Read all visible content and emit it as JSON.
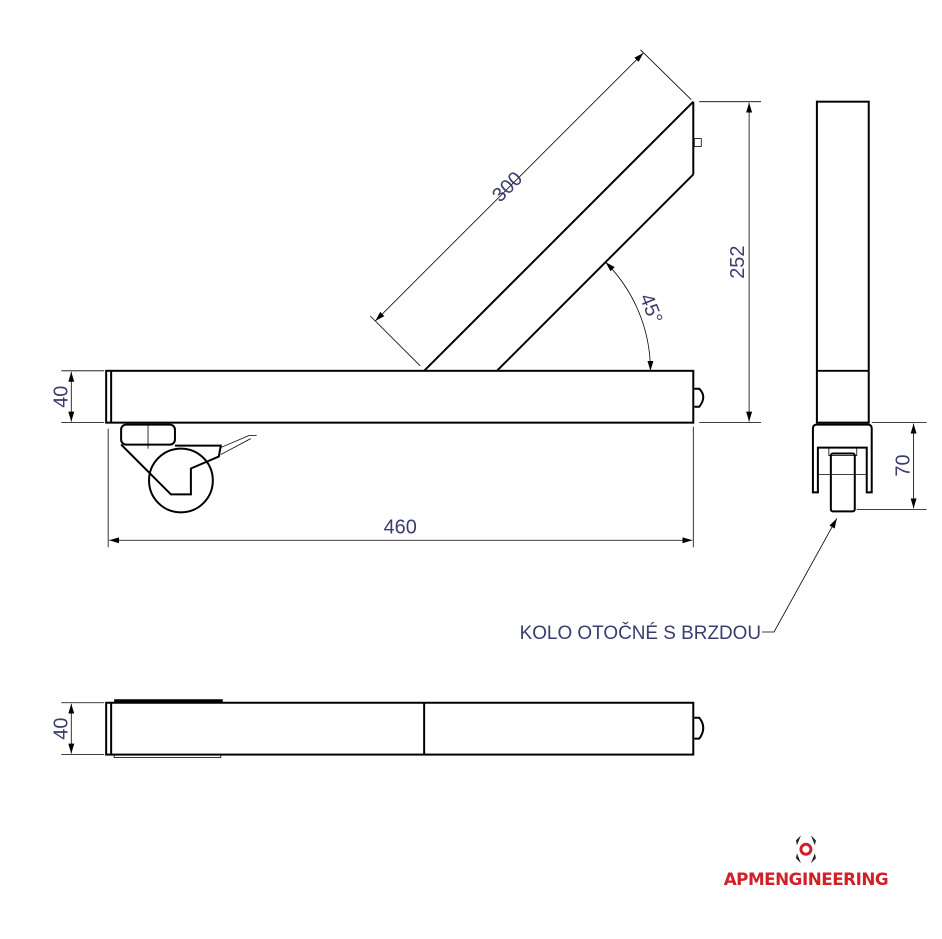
{
  "dimensions": {
    "arm_length": "300",
    "arm_angle": "45°",
    "height": "252",
    "bar_height_front": "40",
    "bar_length": "460",
    "caster_height": "70",
    "bar_height_top": "40"
  },
  "annotations": {
    "caster_label": "KOLO OTOČNÉ S BRZDOU"
  },
  "logo": {
    "text": "APMENGINEERING",
    "color": "#d0202a"
  }
}
